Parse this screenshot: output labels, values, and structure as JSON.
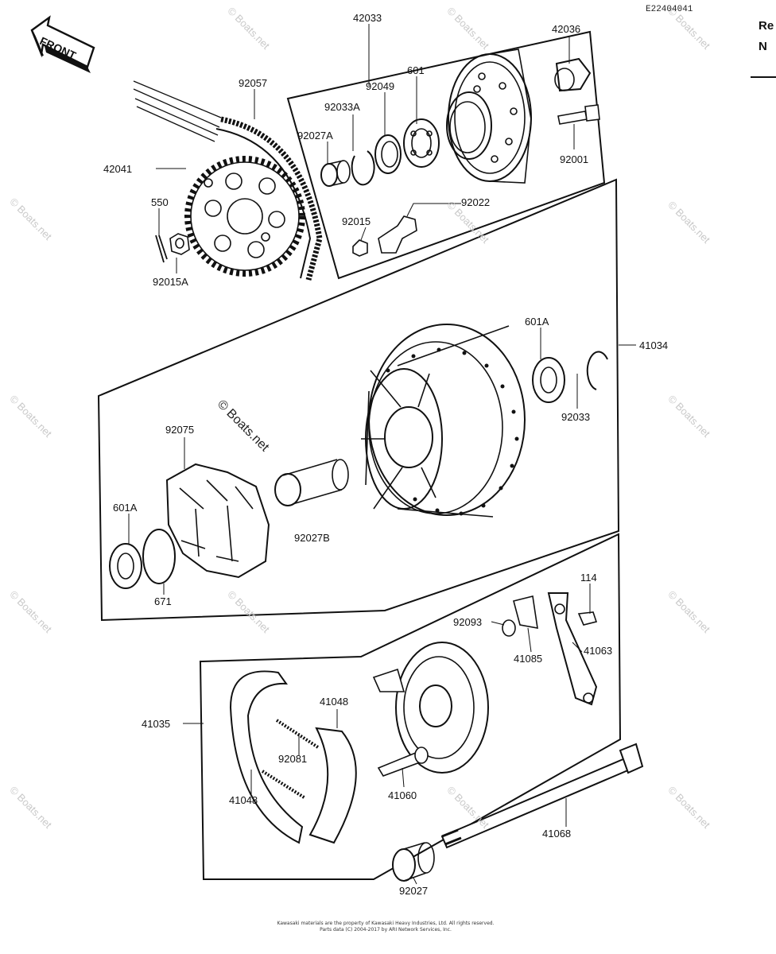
{
  "diagram": {
    "code": "E22404041",
    "watermark": "© Boats.net",
    "watermark_center": "© Boats.net",
    "front_arrow_label": "FRONT",
    "edge_letters": [
      "Re",
      "N"
    ],
    "footer_lines": [
      "Kawasaki materials are the property of Kawasaki Heavy Industries, Ltd. All rights reserved.",
      "Parts data (C) 2004-2017 by ARI Network Services, Inc."
    ],
    "parts": [
      {
        "id": "p42033",
        "number": "42033"
      },
      {
        "id": "p42036",
        "number": "42036"
      },
      {
        "id": "p92057",
        "number": "92057"
      },
      {
        "id": "p601",
        "number": "601"
      },
      {
        "id": "p92049",
        "number": "92049"
      },
      {
        "id": "p92033A",
        "number": "92033A"
      },
      {
        "id": "p92027A",
        "number": "92027A"
      },
      {
        "id": "p92001",
        "number": "92001"
      },
      {
        "id": "p42041",
        "number": "42041"
      },
      {
        "id": "p550",
        "number": "550"
      },
      {
        "id": "p92022",
        "number": "92022"
      },
      {
        "id": "p92015",
        "number": "92015"
      },
      {
        "id": "p92015A",
        "number": "92015A"
      },
      {
        "id": "p601A_top",
        "number": "601A"
      },
      {
        "id": "p41034",
        "number": "41034"
      },
      {
        "id": "p92033",
        "number": "92033"
      },
      {
        "id": "p92075",
        "number": "92075"
      },
      {
        "id": "p601A_bottom",
        "number": "601A"
      },
      {
        "id": "p92027B",
        "number": "92027B"
      },
      {
        "id": "p671",
        "number": "671"
      },
      {
        "id": "p114",
        "number": "114"
      },
      {
        "id": "p92093",
        "number": "92093"
      },
      {
        "id": "p41085",
        "number": "41085"
      },
      {
        "id": "p41063",
        "number": "41063"
      },
      {
        "id": "p41035",
        "number": "41035"
      },
      {
        "id": "p41048_top",
        "number": "41048"
      },
      {
        "id": "p92081",
        "number": "92081"
      },
      {
        "id": "p41060",
        "number": "41060"
      },
      {
        "id": "p41048_bottom",
        "number": "41048"
      },
      {
        "id": "p41068",
        "number": "41068"
      },
      {
        "id": "p92027",
        "number": "92027"
      }
    ]
  }
}
